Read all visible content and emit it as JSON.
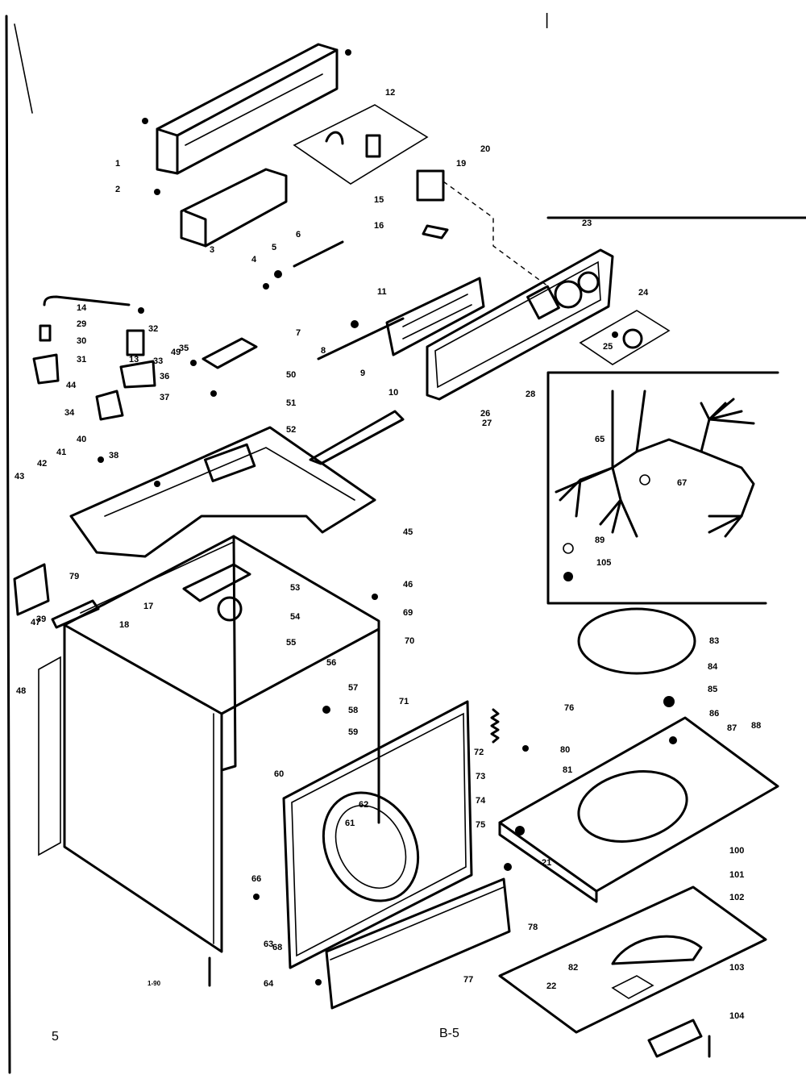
{
  "figure": {
    "page_mark_top": "|",
    "page_code": "B-5",
    "corner_mark": "5",
    "small_code": "1-90"
  },
  "callouts": [
    "1",
    "2",
    "3",
    "4",
    "5",
    "6",
    "7",
    "8",
    "9",
    "10",
    "11",
    "12",
    "13",
    "14",
    "15",
    "16",
    "17",
    "18",
    "19",
    "20",
    "21",
    "22",
    "23",
    "24",
    "25",
    "26",
    "27",
    "28",
    "29",
    "30",
    "31",
    "32",
    "33",
    "34",
    "35",
    "36",
    "37",
    "38",
    "39",
    "40",
    "41",
    "42",
    "43",
    "44",
    "45",
    "46",
    "47",
    "48",
    "49",
    "50",
    "51",
    "52",
    "53",
    "54",
    "55",
    "56",
    "57",
    "58",
    "59",
    "60",
    "61",
    "62",
    "63",
    "64",
    "65",
    "66",
    "67",
    "68",
    "69",
    "70",
    "71",
    "72",
    "73",
    "74",
    "75",
    "76",
    "77",
    "78",
    "79",
    "80",
    "81",
    "82",
    "83",
    "84",
    "85",
    "86",
    "87",
    "88",
    "89",
    "100",
    "101",
    "102",
    "103",
    "104",
    "105"
  ]
}
